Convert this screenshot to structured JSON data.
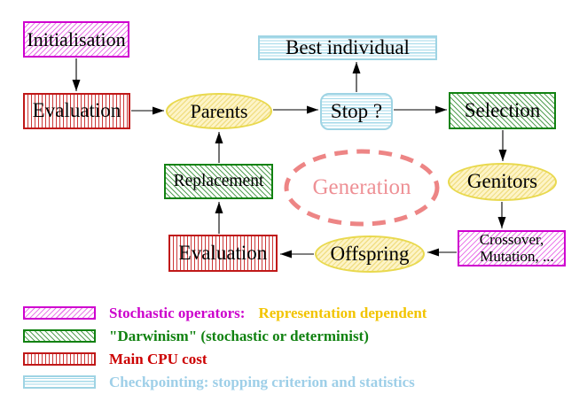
{
  "nodes": {
    "initialisation": {
      "label": "Initialisation"
    },
    "evaluation_top": {
      "label": "Evaluation"
    },
    "parents": {
      "label": "Parents"
    },
    "stop": {
      "label": "Stop ?"
    },
    "best_individual": {
      "label": "Best individual"
    },
    "selection": {
      "label": "Selection"
    },
    "genitors": {
      "label": "Genitors"
    },
    "crossover_mutation": {
      "line1": "Crossover,",
      "line2": "Mutation, ..."
    },
    "offspring": {
      "label": "Offspring"
    },
    "evaluation_bottom": {
      "label": "Evaluation"
    },
    "replacement": {
      "label": "Replacement"
    },
    "generation": {
      "label": "Generation"
    }
  },
  "legend": [
    {
      "text": "Stochastic operators:",
      "text2": "Representation dependent",
      "color": "#cc00cc",
      "color2": "#f2c400",
      "pattern": "magenta-hatch"
    },
    {
      "text": "\"Darwinism\" (stochastic or determinist)",
      "color": "#118211",
      "pattern": "green-hatch"
    },
    {
      "text": "Main CPU cost",
      "color": "#cc0000",
      "pattern": "red-stripes"
    },
    {
      "text": "Checkpointing: stopping criterion and statistics",
      "color": "#9ecfe8",
      "pattern": "cyan-stripes"
    }
  ],
  "colors": {
    "magenta": "#cc00cc",
    "green": "#118211",
    "red": "#cc0000",
    "cyan": "#aadcec",
    "yellow": "#f2c400",
    "salmon": "#ee8890"
  }
}
